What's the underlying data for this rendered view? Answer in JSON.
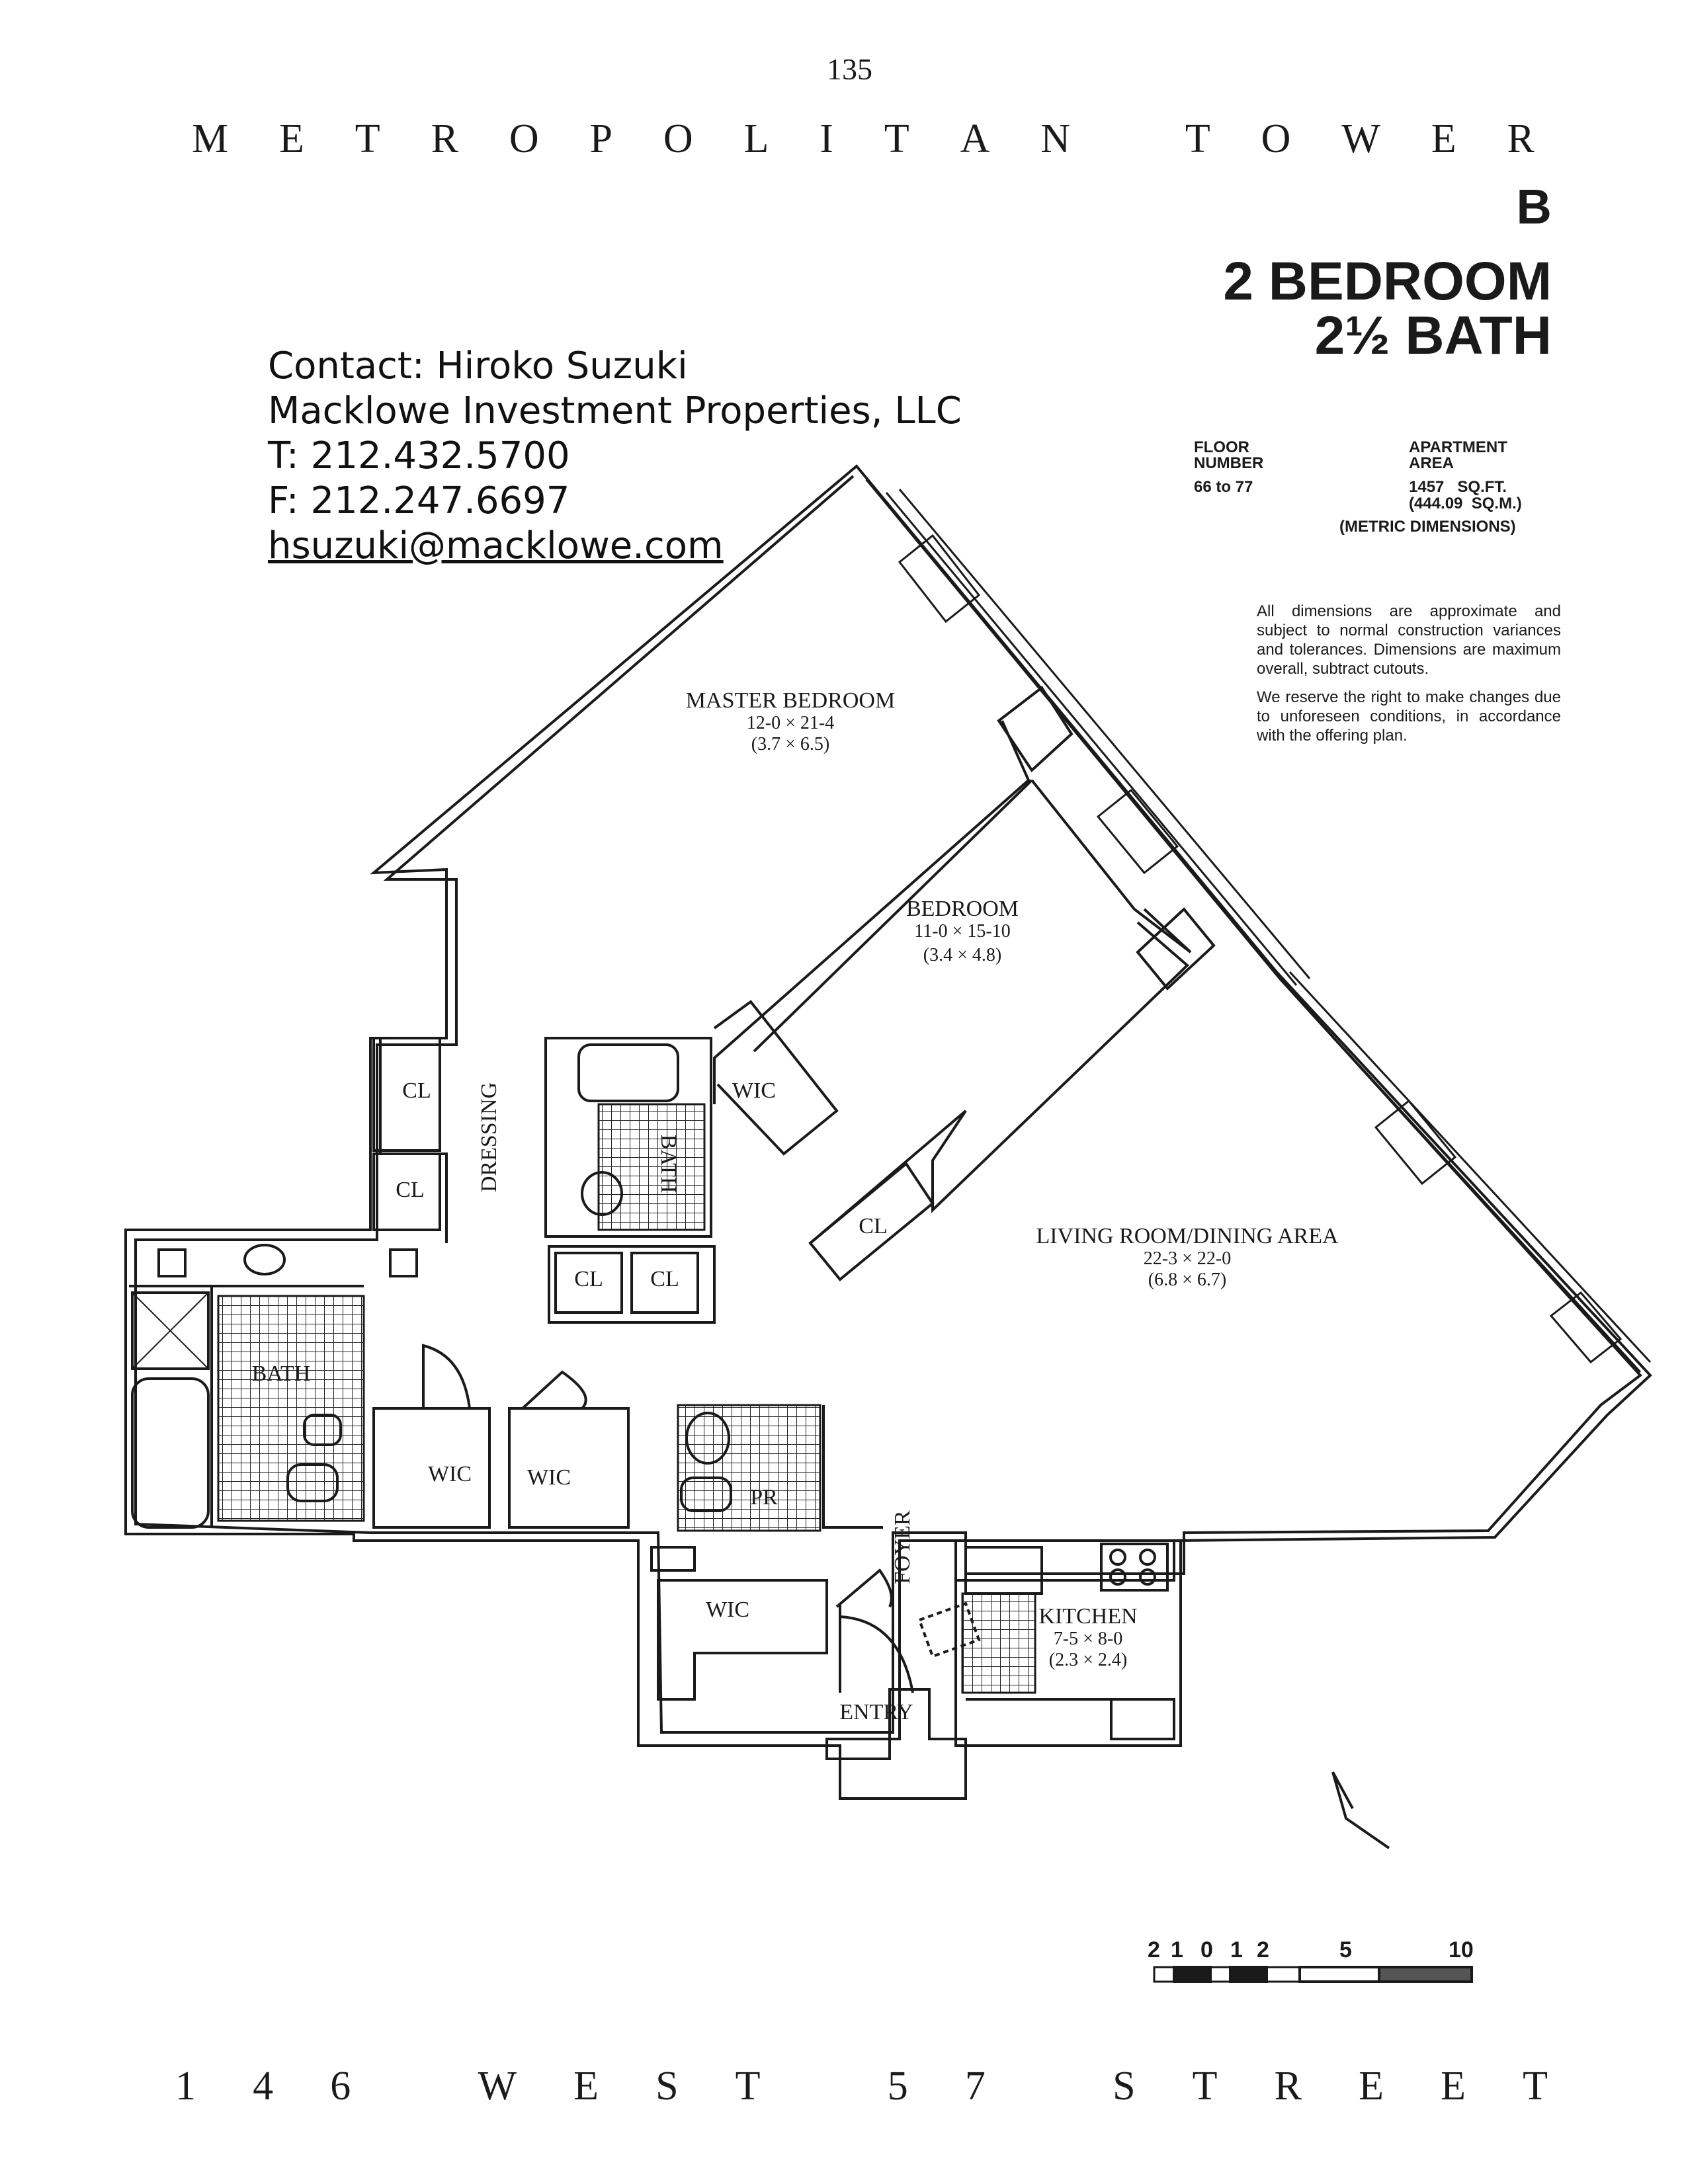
{
  "header": {
    "page_number": "135",
    "title_letters": [
      "M",
      "E",
      "T",
      "R",
      "O",
      "P",
      "O",
      "L",
      "I",
      "T",
      "A",
      "N",
      "",
      "T",
      "O",
      "W",
      "E",
      "R"
    ],
    "unit_letter": "B",
    "bedrooms": "2 BEDROOM",
    "baths": "2½ BATH"
  },
  "contact": {
    "name": "Contact: Hiroko Suzuki",
    "company": "Macklowe Investment Properties, LLC",
    "phone": "T: 212.432.5700",
    "fax": "F: 212.247.6697",
    "email": "hsuzuki@macklowe.com"
  },
  "specs": {
    "floor_label_1": "FLOOR",
    "floor_label_2": "NUMBER",
    "floor_value": "66 to 77",
    "area_label_1": "APARTMENT",
    "area_label_2": "AREA",
    "area_sqft_num": "1457",
    "area_sqft_unit": "SQ.FT.",
    "area_sqm_num": "(444.09",
    "area_sqm_unit": "SQ.M.)",
    "metric_note": "(METRIC DIMENSIONS)"
  },
  "notes": {
    "p1": "All dimensions are approximate and subject to normal construction variances and tolerances. Dimensions are maximum overall, subtract cutouts.",
    "p2": "We reserve the right to make changes due to unforeseen conditions, in accordance with the offering plan."
  },
  "rooms": {
    "master_bedroom": {
      "name": "MASTER BEDROOM",
      "imperial": "12-0 × 21-4",
      "metric": "(3.7 × 6.5)"
    },
    "bedroom": {
      "name": "BEDROOM",
      "imperial": "11-0 × 15-10",
      "metric": "(3.4 × 4.8)"
    },
    "living": {
      "name": "LIVING ROOM/DINING AREA",
      "imperial": "22-3 × 22-0",
      "metric": "(6.8 × 6.7)"
    },
    "kitchen": {
      "name": "KITCHEN",
      "imperial": "7-5 × 8-0",
      "metric": "(2.3 × 2.4)"
    },
    "cl": "CL",
    "wic": "WIC",
    "bath": "BATH",
    "pr": "PR",
    "dressing": "DRESSING",
    "foyer": "FOYER",
    "entry": "ENTRY"
  },
  "scale": {
    "labels": [
      "2",
      "1",
      "0",
      "1",
      "2",
      "5",
      "10"
    ]
  },
  "footer": {
    "address_letters": [
      "1",
      "4",
      "6",
      "",
      "W",
      "E",
      "S",
      "T",
      "",
      "5",
      "7",
      "",
      "S",
      "T",
      "R",
      "E",
      "E",
      "T"
    ]
  }
}
